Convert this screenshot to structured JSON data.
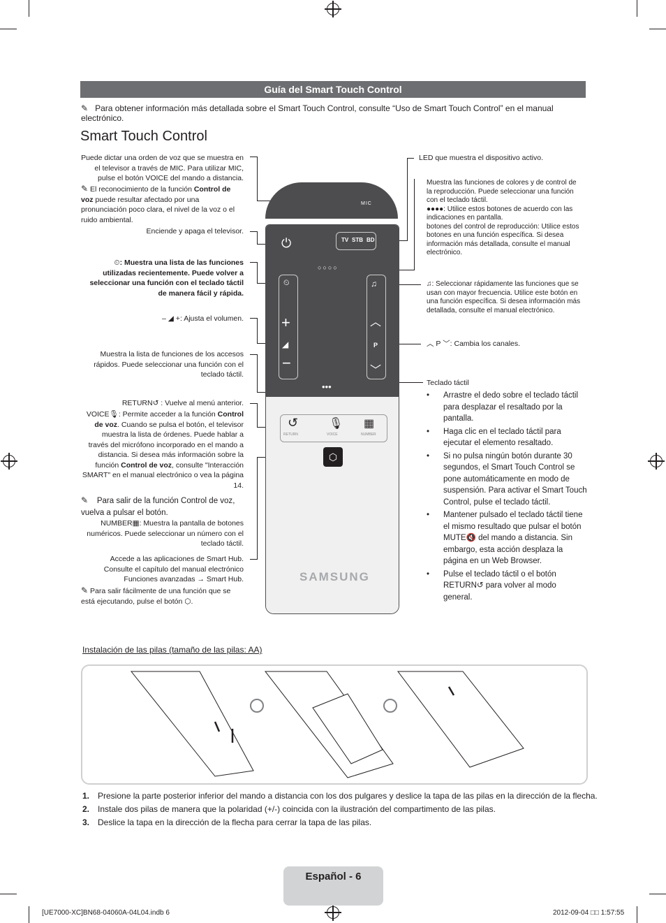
{
  "header": {
    "banner": "Guía del Smart Touch Control",
    "note": "Para obtener información más detallada sobre el Smart Touch Control, consulte “Uso de Smart Touch Control” en el manual electrónico.",
    "title": "Smart Touch Control"
  },
  "left": {
    "mic": "Puede dictar una orden de voz que se muestra en el televisor a través de MIC. Para utilizar MIC, pulse el botón VOICE del mando a distancia.",
    "mic_note_a": "El reconocimiento de la función ",
    "mic_note_b": "Control de voz",
    "mic_note_c": " puede resultar afectado por una pronunciación poco clara, el nivel de la voz o el ruido ambiental.",
    "power": "Enciende y apaga el televisor.",
    "recent": ": Muestra una lista de las funciones utilizadas recientemente. Puede volver a seleccionar una función con el teclado táctil de manera fácil y rápida.",
    "volume": ": Ajusta el volumen.",
    "quick": "Muestra la lista de funciones de los accesos rápidos. Puede seleccionar una función con el teclado táctil.",
    "return_label": "RETURN",
    "return_text": " : Vuelve al menú anterior.",
    "voice_label": "VOICE",
    "voice_a": ": Permite acceder a la función ",
    "voice_b": "Control de voz",
    "voice_c": ". Cuando se pulsa el botón, el televisor muestra la lista de órdenes. Puede hablar a través del micrófono incorporado en el mando a distancia. Si desea más información sobre la función ",
    "voice_d": "Control de voz",
    "voice_e": ", consulte \"Interacción SMART\" en el manual electrónico o vea la página 14.",
    "voice_note_a": "Para salir de la función ",
    "voice_note_b": "Control de voz",
    "voice_note_c": ", vuelva a pulsar el botón.",
    "number_label": "NUMBER",
    "number_text": ": Muestra la pantalla de botones numéricos. Puede seleccionar un número con el teclado táctil.",
    "hub": "Accede a las aplicaciones de Smart Hub. Consulte el capítulo del manual electrónico Funciones avanzadas → Smart Hub.",
    "hub_note": "Para salir fácilmente de una función que se está ejecutando, pulse el botón"
  },
  "right": {
    "led": "LED que muestra el dispositivo activo.",
    "colors_a": "Muestra las funciones de colores y de control de la reproducción. Puede seleccionar una función con el teclado táctil.",
    "colors_b": ": Utilice estos botones de acuerdo con las indicaciones en pantalla.",
    "colors_c": "botones del control de reproducción: Utilice estos botones en una función específica. Si desea información más detallada, consulte el manual electrónico.",
    "fav": ": Seleccionar rápidamente las funciones que se usan con mayor frecuencia. Utilice este botón en una función específica. Si desea información más detallada, consulte el manual electrónico.",
    "channel": ": Cambia los canales.",
    "touchpad_title": "Teclado táctil",
    "bullets": [
      "Arrastre el dedo sobre el teclado táctil para desplazar el resaltado por la pantalla.",
      "Haga clic en el teclado táctil para ejecutar el elemento resaltado.",
      "Si no pulsa ningún botón durante 30 segundos, el Smart Touch Control se pone automáticamente en modo de suspensión. Para activar el Smart Touch Control, pulse el teclado táctil."
    ],
    "b4_a": "Mantener pulsado el teclado táctil tiene el mismo resultado que pulsar el botón ",
    "b4_b": "MUTE",
    "b4_c": " del mando a distancia. Sin embargo, esta acción desplaza la página en un ",
    "b4_d": "Web Browser",
    "b4_e": ".",
    "b5_a": "Pulse el teclado táctil o el botón ",
    "b5_b": "RETURN",
    "b5_c": " para volver al modo general."
  },
  "remote": {
    "mic": "MIC",
    "tv": "TV",
    "stb": "STB",
    "bd": "BD",
    "p": "P",
    "return": "RETURN",
    "voice": "VOICE",
    "number": "NUMBER",
    "brand": "SAMSUNG"
  },
  "batteries": {
    "title": "Instalación de las pilas (tamaño de las pilas: AA)",
    "steps": [
      {
        "num": "1.",
        "text": "Presione la parte posterior inferior del mando a distancia con los dos pulgares y deslice la tapa de las pilas en la dirección de la flecha."
      },
      {
        "num": "2.",
        "text": "Instale dos pilas de manera que la polaridad (+/-) coincida con la ilustración del compartimento de las pilas."
      },
      {
        "num": "3.",
        "text": "Deslice la tapa en la dirección de la flecha para cerrar la tapa de las pilas."
      }
    ]
  },
  "footer": {
    "page": "Español - 6",
    "file": "[UE7000-XC]BN68-04060A-04L04.indb   6",
    "date": "2012-09-04   □□ 1:57:55"
  }
}
